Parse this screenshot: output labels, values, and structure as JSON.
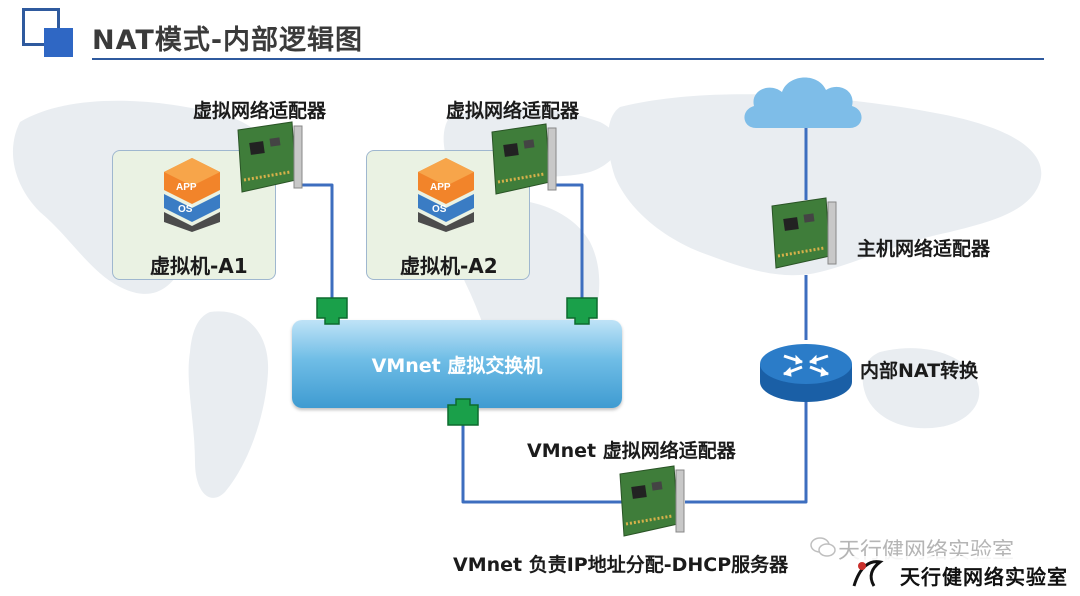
{
  "title": "NAT模式-内部逻辑图",
  "vms": [
    {
      "label": "虚拟机-A1",
      "adapter_label": "虚拟网络适配器",
      "icon_layers": [
        "APP",
        "OS"
      ]
    },
    {
      "label": "虚拟机-A2",
      "adapter_label": "虚拟网络适配器",
      "icon_layers": [
        "APP",
        "OS"
      ]
    }
  ],
  "switch_label": "VMnet 虚拟交换机",
  "vmnet_adapter_label": "VMnet 虚拟网络适配器",
  "dhcp_label": "VMnet 负责IP地址分配-DHCP服务器",
  "host_adapter_label": "主机网络适配器",
  "nat_label": "内部NAT转换",
  "watermark": {
    "text": "天行健网络实验室",
    "stamp_text": "天行健网络实验室"
  },
  "colors": {
    "link": "#3d6ebf",
    "switch": "#4aa3d8",
    "port": "#1aa04a",
    "cloud": "#7ebde8",
    "router": "#1f6fb7",
    "title_rule": "#2f5a9e"
  }
}
